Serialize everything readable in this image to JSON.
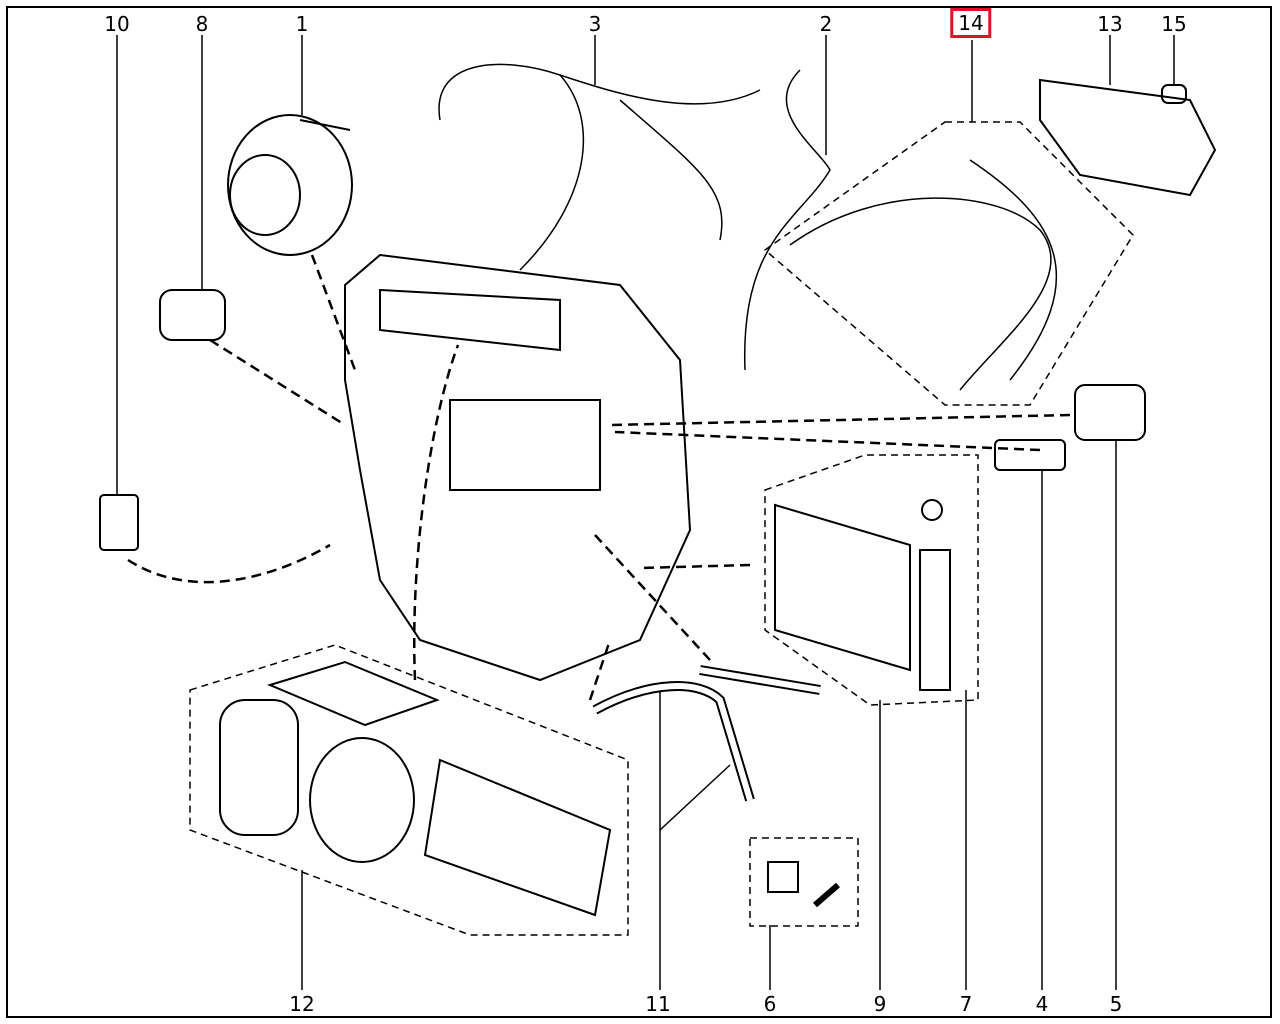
{
  "diagram": {
    "highlight_color": "#e0112b",
    "callouts": [
      {
        "id": "10",
        "label": "10"
      },
      {
        "id": "8",
        "label": "8"
      },
      {
        "id": "1",
        "label": "1"
      },
      {
        "id": "3",
        "label": "3"
      },
      {
        "id": "2",
        "label": "2"
      },
      {
        "id": "14",
        "label": "14",
        "highlighted": true
      },
      {
        "id": "13",
        "label": "13"
      },
      {
        "id": "15",
        "label": "15"
      },
      {
        "id": "12",
        "label": "12"
      },
      {
        "id": "11",
        "label": "11"
      },
      {
        "id": "6",
        "label": "6"
      },
      {
        "id": "9",
        "label": "9"
      },
      {
        "id": "7",
        "label": "7"
      },
      {
        "id": "4",
        "label": "4"
      },
      {
        "id": "5",
        "label": "5"
      }
    ]
  }
}
